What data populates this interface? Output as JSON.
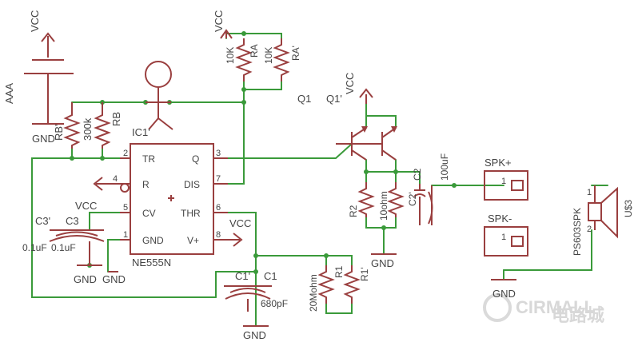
{
  "labels": {
    "vcc_left": "VCC",
    "vcc_ra": "VCC",
    "vcc_q": "VCC",
    "vcc_cv": "VCC",
    "vcc_vplus": "VCC",
    "batt": "AAA",
    "gnd_batt": "GND",
    "gnd_c3": "GND",
    "gnd_c3b": "GND",
    "gnd_c1": "GND",
    "gnd_q": "GND",
    "gnd_spk": "GND",
    "ic_name": "IC1'",
    "ic_part": "NE555N",
    "q1": "Q1",
    "q1p": "Q1'",
    "rb_p": "RB'",
    "rb": "RB",
    "rb_val": "300k",
    "ra_val": "10K",
    "ra": "RA",
    "ra_val2": "10K",
    "ra_p": "RA'",
    "r2": "R2",
    "r2_val": "10ohm",
    "r1": "R1",
    "r1_p": "R1'",
    "r1_val": "20Mohm",
    "c1": "C1",
    "c1_p": "C1'",
    "c1_val": "680pF",
    "c2": "C2",
    "c2_p": "C2'",
    "c2_val": "100uF",
    "c3": "C3",
    "c3_p": "C3'",
    "c3_val": "0.1uF",
    "c3_val2": "0.1uF",
    "spk_plus": "SPK+",
    "spk_minus": "SPK-",
    "spk_pin1": "1",
    "spk_pin1b": "1",
    "spk_name": "PS603SPK",
    "spk_u": "U$3",
    "spk_p1": "1",
    "spk_p2": "2"
  },
  "pins": {
    "tr": "TR",
    "r": "R",
    "cv": "CV",
    "gnd": "GND",
    "q": "Q",
    "dis": "DIS",
    "thr": "THR",
    "vplus": "V+",
    "n2": "2",
    "n4": "4",
    "n5": "5",
    "n1": "1",
    "n3": "3",
    "n7": "7",
    "n6": "6",
    "n8": "8"
  },
  "watermark": {
    "brand": "CIRMALL",
    "cn": "电路城"
  },
  "colors": {
    "wire": "#3a9a3a",
    "part": "#9a3f3f",
    "text": "#444444"
  }
}
